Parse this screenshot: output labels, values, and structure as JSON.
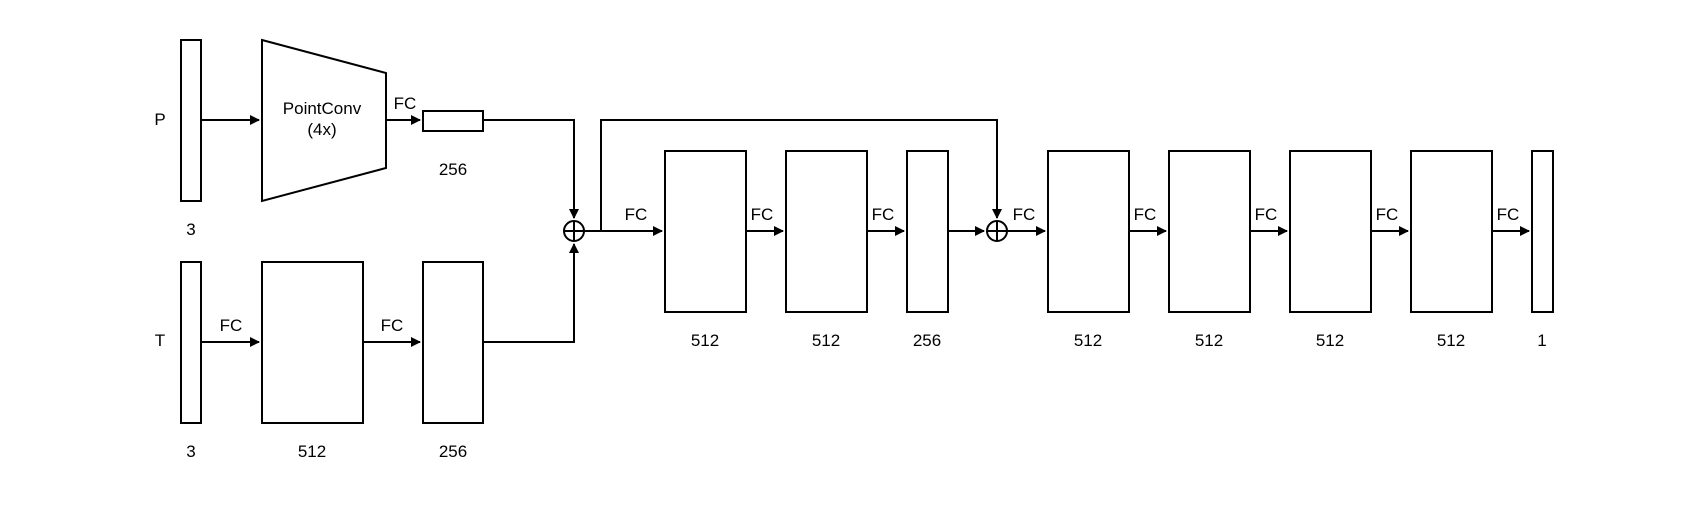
{
  "inputs": {
    "p": "P",
    "t": "T"
  },
  "pointconv": {
    "line1": "PointConv",
    "line2": "(4x)"
  },
  "fc_label": "FC",
  "dims": {
    "p_input": "3",
    "p_fc": "256",
    "t_input": "3",
    "t_fc1": "512",
    "t_fc2": "256",
    "main_1": "512",
    "main_2": "512",
    "main_3": "256",
    "main_4": "512",
    "main_5": "512",
    "main_6": "512",
    "main_7": "512",
    "output": "1"
  },
  "colors": {
    "stroke": "#000000",
    "background": "#ffffff"
  }
}
